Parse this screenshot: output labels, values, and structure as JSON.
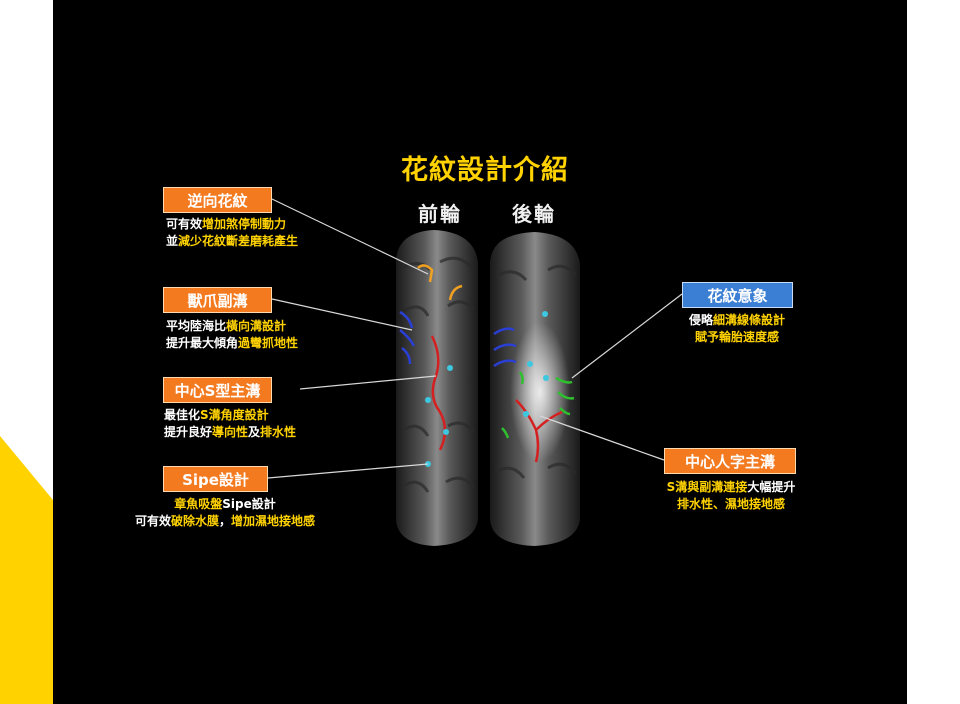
{
  "title": "花紋設計介紹",
  "wheels": {
    "front": "前輪",
    "rear": "後輪"
  },
  "callouts": {
    "reverse": {
      "label": "逆向花紋",
      "line1": [
        [
          "可有效",
          ""
        ],
        [
          "增加煞停制動力",
          "hl"
        ]
      ],
      "line2": [
        [
          "並",
          ""
        ],
        [
          "減少花紋斷差磨耗產生",
          "hl"
        ]
      ]
    },
    "claw": {
      "label": "獸爪副溝",
      "line1": [
        [
          "平均陸海比",
          ""
        ],
        [
          "橫向溝設計",
          "hl"
        ]
      ],
      "line2": [
        [
          "提升最大傾角",
          ""
        ],
        [
          "過彎抓地性",
          "hl"
        ]
      ]
    },
    "center_s": {
      "label": "中心S型主溝",
      "line1": [
        [
          "最佳化",
          ""
        ],
        [
          "S溝角度設計",
          "hl"
        ]
      ],
      "line2": [
        [
          "提升良好",
          ""
        ],
        [
          "導向性",
          "hl"
        ],
        [
          "及",
          ""
        ],
        [
          "排水性",
          "hl"
        ]
      ]
    },
    "sipe": {
      "label": "Sipe設計",
      "line1": [
        [
          "章魚吸盤",
          "hl"
        ],
        [
          "Sipe設計",
          ""
        ]
      ],
      "line2": [
        [
          "可有效",
          ""
        ],
        [
          "破除水膜",
          "hl"
        ],
        [
          "，",
          ""
        ],
        [
          "增加濕地接地感",
          "hl"
        ]
      ]
    },
    "imagery": {
      "label": "花紋意象",
      "line1": [
        [
          "侵略",
          ""
        ],
        [
          "細溝線條設計",
          "hl"
        ]
      ],
      "line2": [
        [
          "賦予輪胎速度感",
          "hl"
        ]
      ]
    },
    "center_y": {
      "label": "中心人字主溝",
      "line1": [
        [
          "S溝與副溝連接",
          "hl"
        ],
        [
          "大幅提升",
          ""
        ]
      ],
      "line2": [
        [
          "排水性、濕地接地感",
          "hl"
        ]
      ]
    }
  },
  "colors": {
    "accent_yellow": "#ffd200",
    "tag_orange": "#f47a20",
    "tag_blue": "#3b7fd4",
    "groove_red": "#d42020",
    "groove_blue": "#2a3fd6",
    "groove_yellow": "#f0a020",
    "groove_green": "#2fc02f",
    "marker_cyan": "#3cc8e0"
  }
}
